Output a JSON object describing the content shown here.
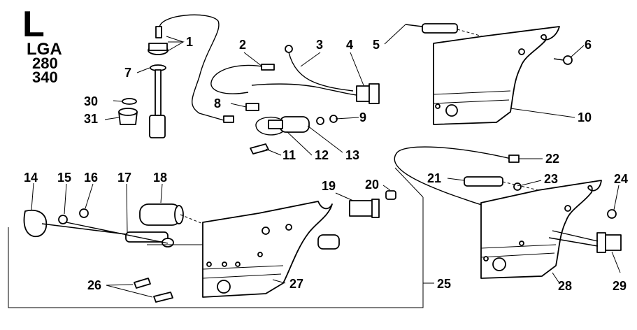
{
  "header": {
    "letter": "L",
    "model": "LGA",
    "sizes": [
      "280",
      "340"
    ]
  },
  "callouts": [
    "1",
    "2",
    "3",
    "4",
    "5",
    "6",
    "7",
    "8",
    "9",
    "10",
    "11",
    "12",
    "13",
    "14",
    "15",
    "16",
    "17",
    "18",
    "19",
    "20",
    "21",
    "22",
    "23",
    "24",
    "25",
    "26",
    "27",
    "28",
    "29",
    "30",
    "31"
  ]
}
